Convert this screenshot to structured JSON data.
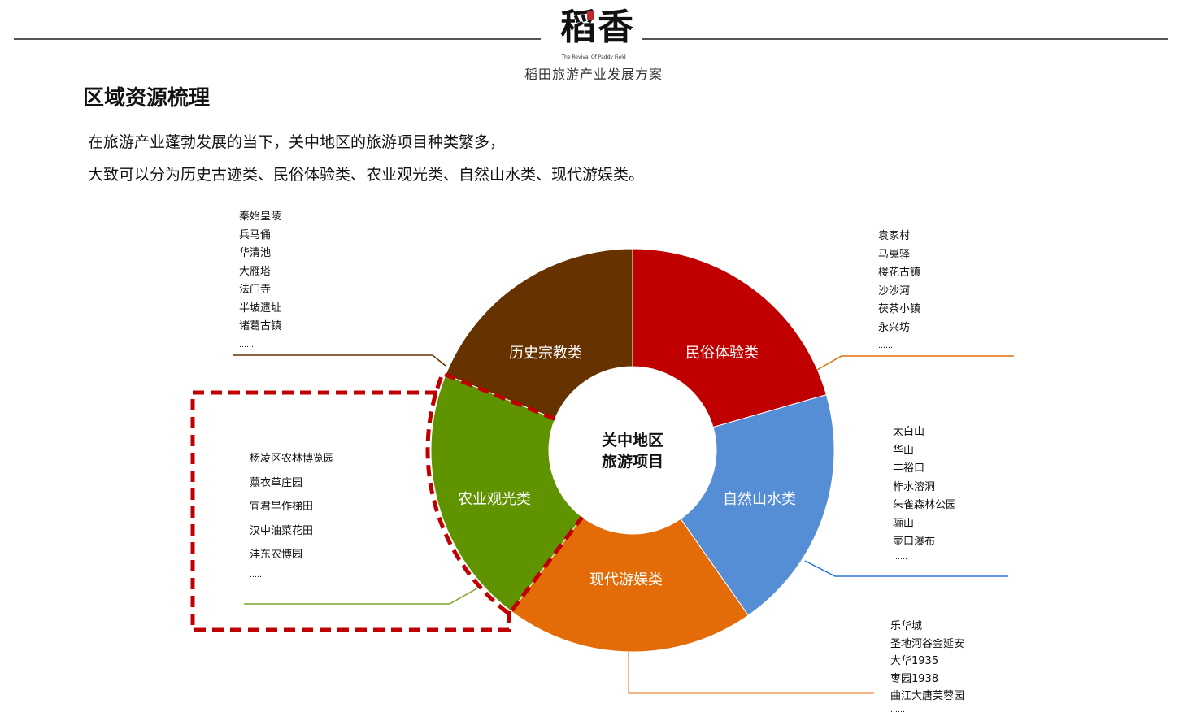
{
  "header": {
    "logo_text": "稻香",
    "logo_tagline": "The Revival Of Paddy Field",
    "subtitle": "稻田旅游产业发展方案"
  },
  "page": {
    "title": "区域资源梳理",
    "intro_line1": "在旅游产业蓬勃发展的当下，关中地区的旅游项目种类繁多，",
    "intro_line2": "大致可以分为历史古迹类、民俗体验类、农业观光类、自然山水类、现代游娱类。"
  },
  "diagram": {
    "center": [
      "关中地区",
      "旅游项目"
    ],
    "colors": {
      "history": "#663300",
      "folk": "#c00000",
      "nature": "#558ed5",
      "modern": "#e36c09",
      "agri": "#5f9400",
      "highlight": "#c00000"
    },
    "segments": {
      "history": "历史宗教类",
      "folk": "民俗体验类",
      "nature": "自然山水类",
      "modern": "现代游娱类",
      "agri": "农业观光类"
    },
    "lists": {
      "history": [
        "秦始皇陵",
        "兵马俑",
        "华清池",
        "大雁塔",
        "法门寺",
        "半坡遗址",
        "诸葛古镇",
        "……"
      ],
      "folk": [
        "袁家村",
        "马嵬驿",
        "楼花古镇",
        "沙沙河",
        "茯茶小镇",
        "永兴坊",
        "……"
      ],
      "nature": [
        "太白山",
        "华山",
        "丰裕口",
        "柞水溶洞",
        "朱雀森林公园",
        "骊山",
        "壶口瀑布",
        "……"
      ],
      "modern": [
        "乐华城",
        "圣地河谷金延安",
        "大华1935",
        "枣园1938",
        "曲江大唐芙蓉园",
        "……"
      ],
      "agri": [
        "杨凌区农林博览园",
        "薰衣草庄园",
        "宜君旱作梯田",
        "汉中油菜花田",
        "沣东农博园",
        "……"
      ]
    }
  }
}
